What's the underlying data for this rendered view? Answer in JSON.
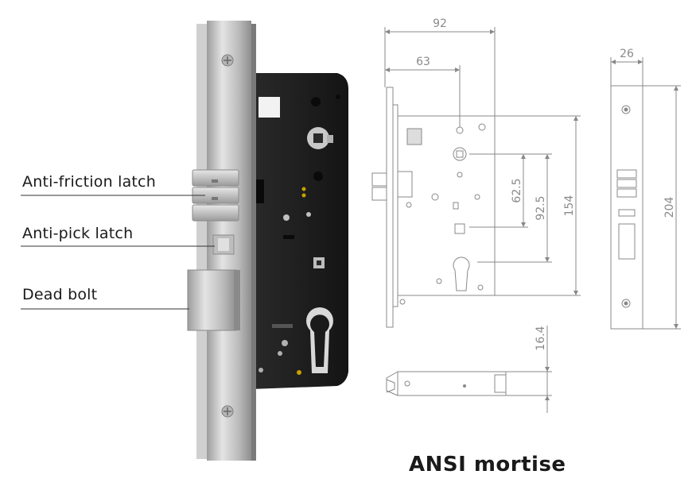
{
  "callouts": {
    "anti_friction_latch": "Anti-friction latch",
    "anti_pick_latch": "Anti-pick latch",
    "dead_bolt": "Dead bolt"
  },
  "dimensions": {
    "width_total": "92",
    "backset": "63",
    "center_1": "62.5",
    "center_2": "92.5",
    "body_height": "154",
    "faceplate_width": "26",
    "faceplate_height": "204",
    "latch_depth": "16.4"
  },
  "caption": "ANSI mortise",
  "colors": {
    "body": "#1c1c1c",
    "steel": "#c9c9c9",
    "line": "#9a9a9a",
    "text": "#1a1a1a"
  }
}
